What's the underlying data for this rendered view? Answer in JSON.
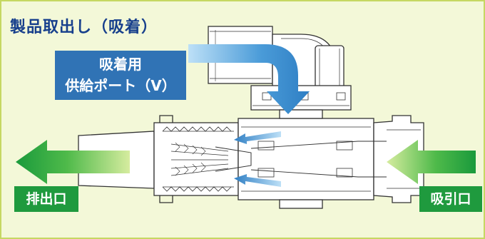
{
  "diagram": {
    "title": "製品取出し（吸着）",
    "supply_port_label": {
      "line1": "吸着用",
      "line2": "供給ポート（V）"
    },
    "exhaust_label": "排出口",
    "suction_label": "吸引口",
    "colors": {
      "background": "#f3f8d8",
      "border": "#c5d862",
      "title": "#173f8c",
      "supply_label_bg": "#3073b5",
      "flow_arrow_blue": "#2f7fc4",
      "flow_arrow_green": "#1f9a3e",
      "port_label_bg": "#1f9a3e",
      "line_art": "#333333"
    }
  }
}
